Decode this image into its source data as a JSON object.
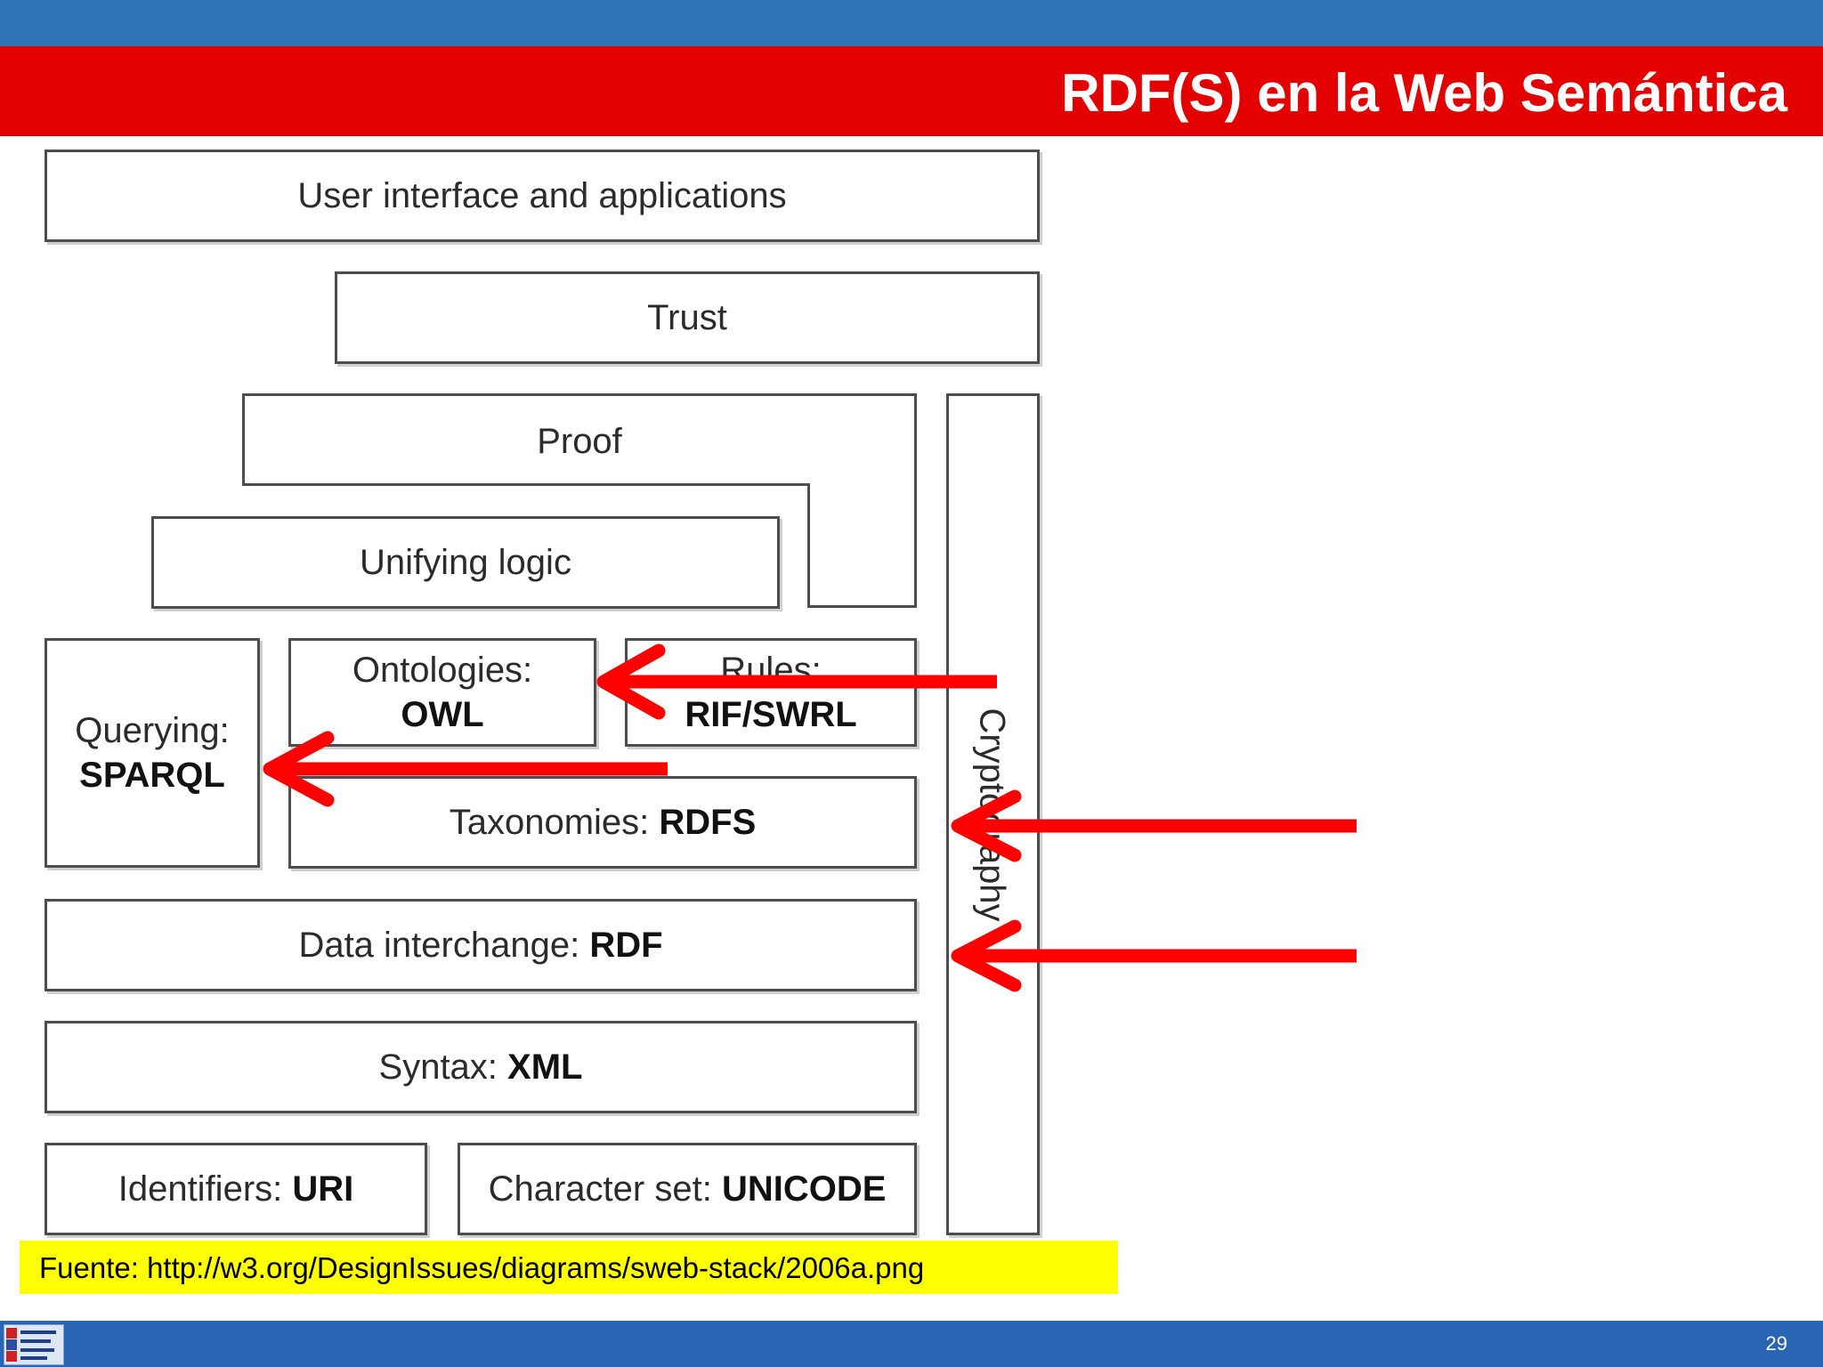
{
  "header": {
    "title": "RDF(S) en la Web Semántica"
  },
  "diagram": {
    "user_interface": "User interface and applications",
    "trust": "Trust",
    "proof": "Proof",
    "unifying_logic": "Unifying logic",
    "querying": {
      "label": "Querying:",
      "value": "SPARQL"
    },
    "ontologies": {
      "label": "Ontologies:",
      "value": "OWL"
    },
    "rules": {
      "label": "Rules:",
      "value": "RIF/SWRL"
    },
    "taxonomies": {
      "label": "Taxonomies:",
      "value": "RDFS"
    },
    "data_interchange": {
      "label": "Data interchange:",
      "value": "RDF"
    },
    "syntax": {
      "label": "Syntax:",
      "value": "XML"
    },
    "identifiers": {
      "label": "Identifiers:",
      "value": "URI"
    },
    "charset": {
      "label": "Character set:",
      "value": "UNICODE"
    },
    "cryptography": "Cryptography"
  },
  "arrow_color": "#ff0000",
  "source": "Fuente: http://w3.org/DesignIssues/diagrams/sweb-stack/2006a.png",
  "footer": {
    "page_number": "29",
    "logo_icon": "ontology-engineering-group-logo"
  }
}
